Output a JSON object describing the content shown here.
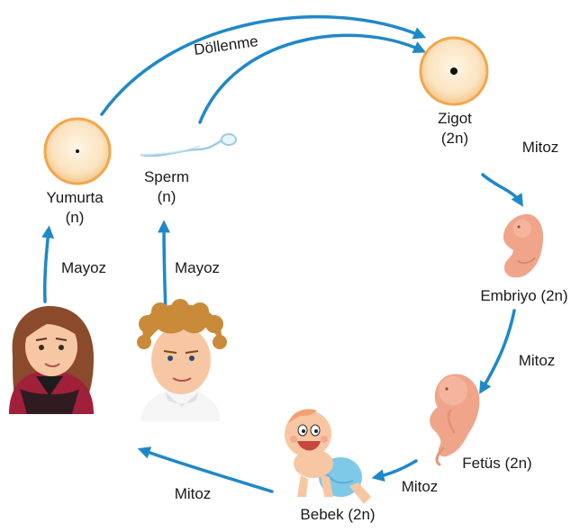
{
  "nodes": {
    "zigot": {
      "name": "Zigot",
      "ploidy": "(2n)"
    },
    "yumurta": {
      "name": "Yumurta",
      "ploidy": "(n)"
    },
    "sperm": {
      "name": "Sperm",
      "ploidy": "(n)"
    },
    "embriyo": {
      "name": "Embriyo (2n)"
    },
    "fetus": {
      "name": "Fetüs (2n)"
    },
    "bebek": {
      "name": "Bebek (2n)"
    }
  },
  "processes": {
    "dollenme": "Döllenme",
    "mitoz_zigot_embriyo": "Mitoz",
    "mitoz_embriyo_fetus": "Mitoz",
    "mitoz_fetus_bebek": "Mitoz",
    "mitoz_bebek_adult": "Mitoz",
    "mayoz_female": "Mayoz",
    "mayoz_male": "Mayoz"
  },
  "colors": {
    "arrow": "#1f88c9",
    "cell_fill": "#fbe3c0",
    "cell_ring": "#f2a64c",
    "skin": "#f7c7a3",
    "embryo": "#f0a58a"
  }
}
